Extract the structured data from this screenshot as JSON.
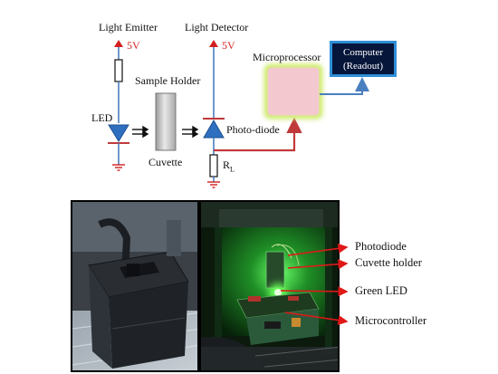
{
  "schematic": {
    "emitter_title": "Light Emitter",
    "detector_title": "Light Detector",
    "emitter_voltage": "5V",
    "detector_voltage": "5V",
    "sample_holder_label": "Sample Holder",
    "led_label": "LED",
    "cuvette_label": "Cuvette",
    "photodiode_label": "Photo-diode",
    "resistor_label": "R",
    "resistor_subscript": "L",
    "microprocessor_label": "Microprocessor",
    "computer_line1": "Computer",
    "computer_line2": "(Readout)"
  },
  "photo_annotations": {
    "photodiode": "Photodiode",
    "cuvette_holder": "Cuvette holder",
    "green_led": "Green LED",
    "microcontroller": "Microcontroller"
  },
  "colors": {
    "wire_blue": "#4a7fc0",
    "wire_red": "#c0393b",
    "diode_fill": "#2f6fbf",
    "microprocessor_fill": "#f3c9cf",
    "microprocessor_glow": "#c8e85a",
    "computer_fill": "#06163a",
    "computer_border": "#2f8fd6",
    "annotation_arrow": "#e01818",
    "led_glow": "#39ff3a"
  }
}
